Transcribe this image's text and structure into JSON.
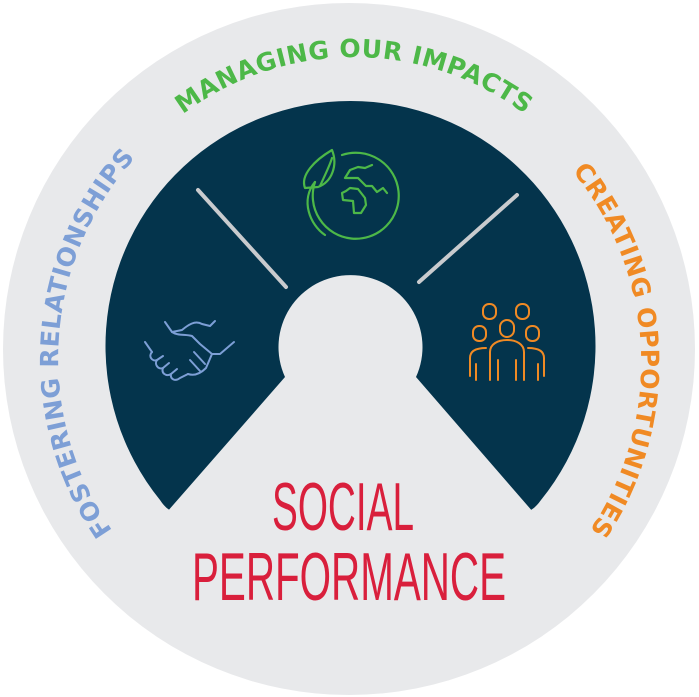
{
  "diagram": {
    "center_title": {
      "line1": "SOCIAL",
      "line2": "PERFORMANCE",
      "color": "#d91f3c"
    },
    "segments": [
      {
        "label": "FOSTERING RELATIONSHIPS",
        "icon": "handshake-icon",
        "color": "#7d9fd6",
        "position": "left"
      },
      {
        "label": "MANAGING OUR IMPACTS",
        "icon": "globe-leaf-icon",
        "color": "#4db848",
        "position": "top"
      },
      {
        "label": "CREATING OPPORTUNITIES",
        "icon": "people-group-icon",
        "color": "#f08a24",
        "position": "right"
      }
    ],
    "colors": {
      "outer_ring": "#e8e9eb",
      "inner_disc": "#04344c",
      "divider": "#c9cbce"
    }
  }
}
